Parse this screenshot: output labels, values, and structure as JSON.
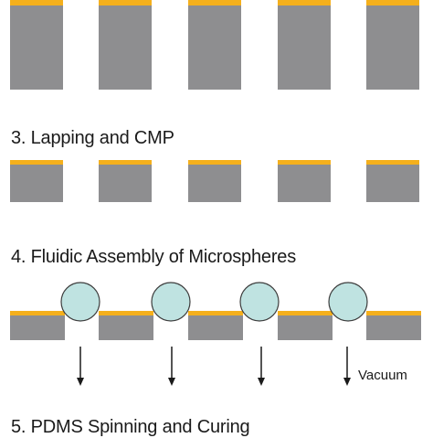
{
  "steps": [
    {
      "title": "3. Lapping and CMP"
    },
    {
      "title": "4. Fluidic Assembly of Microspheres"
    },
    {
      "title": "5. PDMS Spinning and Curing"
    }
  ],
  "labels": {
    "vacuum": "Vacuum"
  },
  "colors": {
    "substrate": "#8e8e90",
    "coating": "#f5b01c",
    "microsphere_fill": "#bfe3e1",
    "microsphere_stroke": "#3d3d3d",
    "arrow": "#1a1a1a"
  }
}
